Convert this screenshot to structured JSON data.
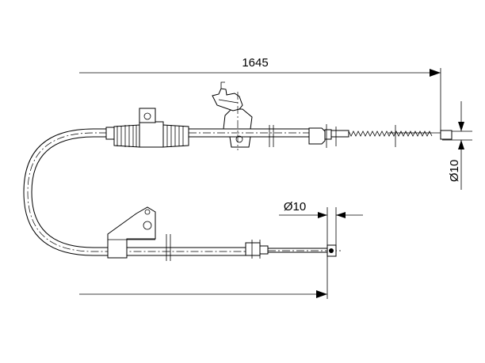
{
  "dimensions": {
    "length_label": "1645",
    "diameter_right_label": "Ø10",
    "diameter_lower_label": "Ø10"
  }
}
